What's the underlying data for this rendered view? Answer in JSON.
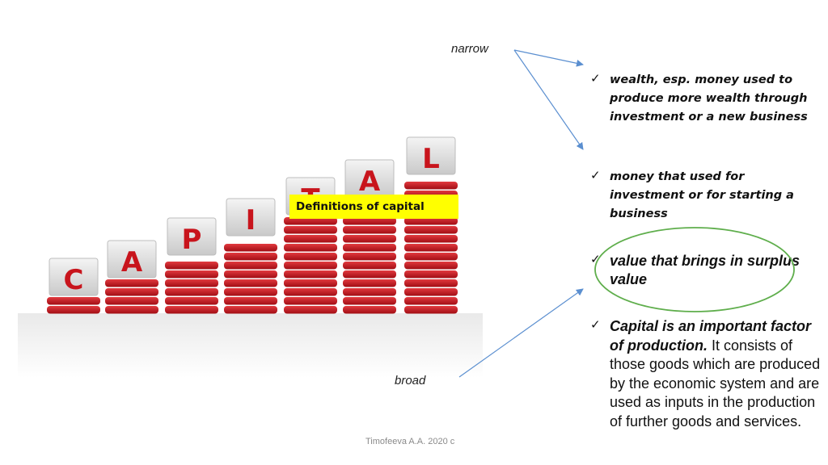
{
  "slide": {
    "illustration_letters": [
      "C",
      "A",
      "P",
      "I",
      "T",
      "A",
      "L"
    ],
    "highlight_label": "Definitions of capital",
    "narrow_label": "narrow",
    "broad_label": "broad",
    "footer": "Timofeeva A.A. 2020 c",
    "items": [
      {
        "text": "wealth, esp. money used to produce more wealth through investment or a new business"
      },
      {
        "text": "money that used for investment or for starting a business"
      },
      {
        "text": "value that brings in surplus value"
      },
      {
        "lead": "Capital is an important factor of production.",
        "rest": "It consists of those goods which are produced by the economic system and are used as inputs in the production of further goods and services."
      }
    ]
  },
  "colors": {
    "brick_red": "#c8141c",
    "letter_red": "#c8141c",
    "arrow_blue": "#5b8fd0",
    "ellipse_green": "#5fae4c",
    "highlight_yellow": "#ffff00"
  },
  "icons": {
    "check": "check-icon"
  }
}
